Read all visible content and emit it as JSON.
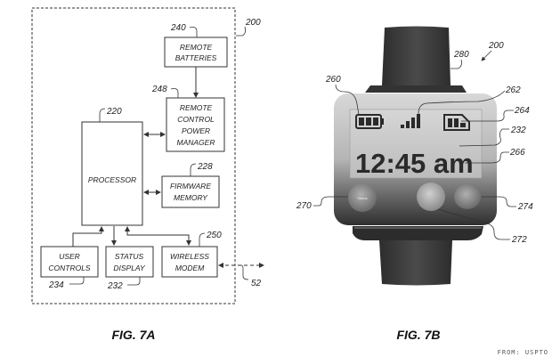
{
  "figure_a": {
    "caption": "FIG. 7A",
    "device_ref": "200",
    "blocks": {
      "remote_batteries": {
        "line1": "REMOTE",
        "line2": "BATTERIES",
        "ref": "240"
      },
      "power_manager": {
        "line1": "REMOTE",
        "line2": "CONTROL",
        "line3": "POWER",
        "line4": "MANAGER",
        "ref": "248"
      },
      "processor": {
        "label": "PROCESSOR",
        "ref": "220"
      },
      "firmware_memory": {
        "line1": "FIRMWARE",
        "line2": "MEMORY",
        "ref": "228"
      },
      "user_controls": {
        "line1": "USER",
        "line2": "CONTROLS",
        "ref": "234"
      },
      "status_display": {
        "line1": "STATUS",
        "line2": "DISPLAY",
        "ref": "232"
      },
      "wireless_modem": {
        "line1": "WIRELESS",
        "line2": "MODEM",
        "ref": "250"
      }
    },
    "external_link_ref": "52"
  },
  "figure_b": {
    "caption": "FIG. 7B",
    "device_ref": "200",
    "strap_ref": "280",
    "battery_icon_ref": "260",
    "signal_icon_ref": "262",
    "memory_card_icon_ref": "264",
    "display_ref": "232",
    "time_ref": "266",
    "time_text": "12:45 am",
    "button_left_ref": "270",
    "button_middle_ref": "272",
    "button_right_ref": "274"
  },
  "credit": "FROM: USPTO",
  "colors": {
    "line": "#333333",
    "strap": "#3a3a3a",
    "screen": "#cfcfcf"
  }
}
